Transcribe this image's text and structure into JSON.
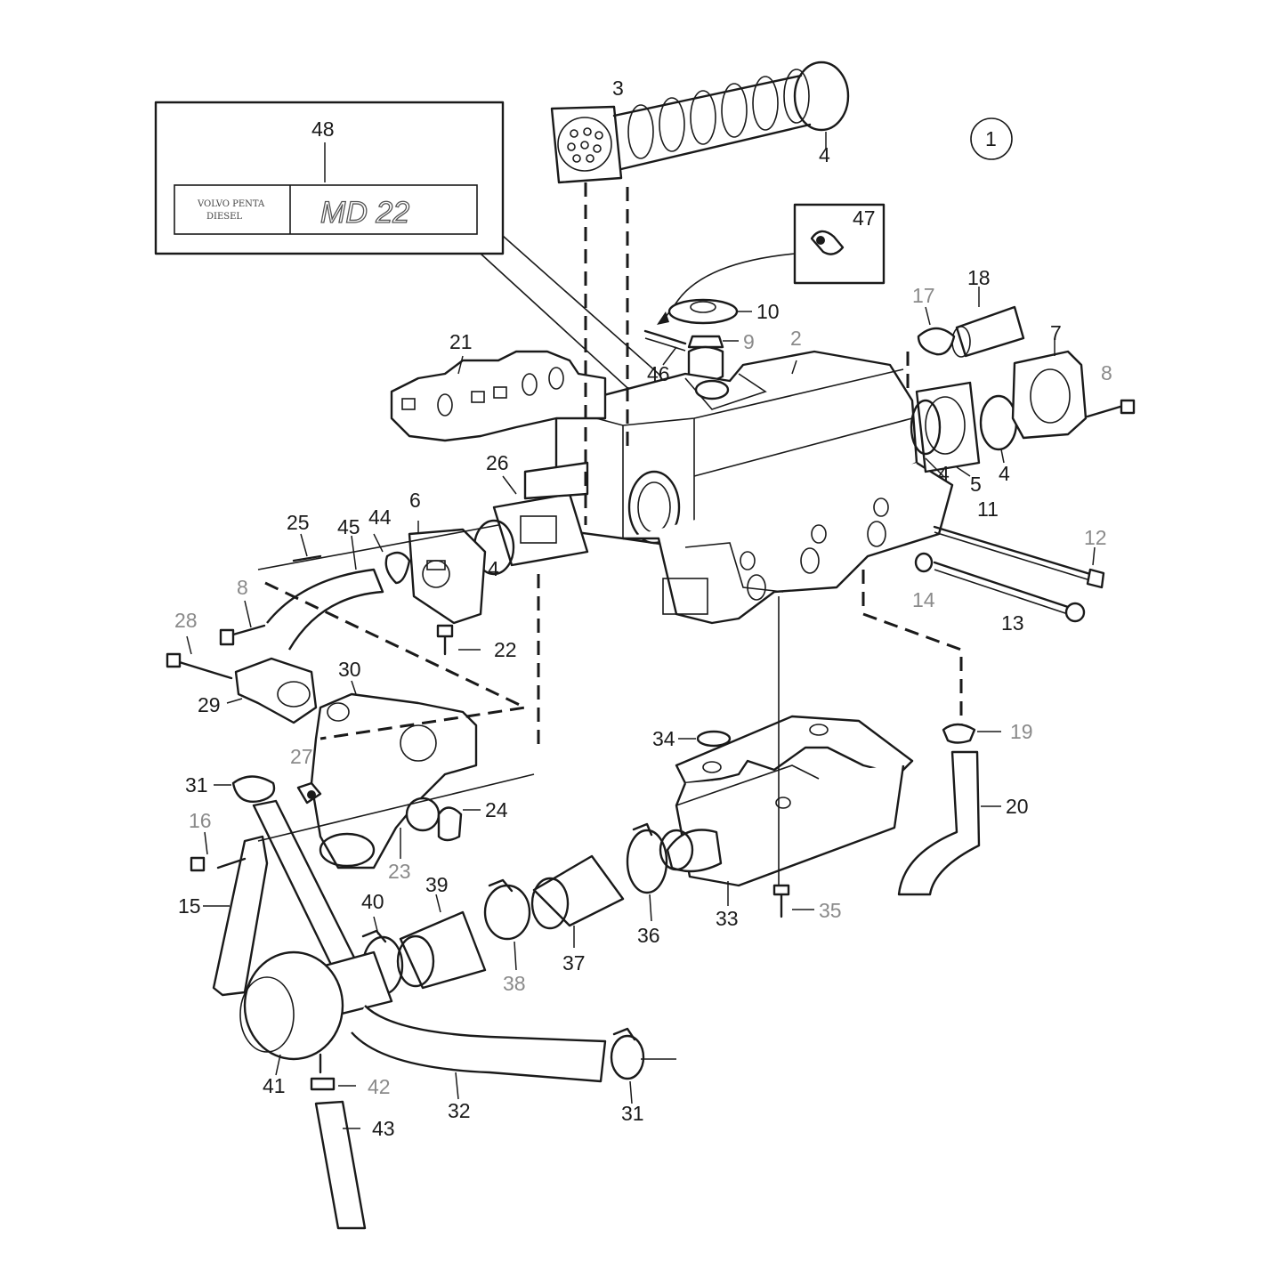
{
  "diagram": {
    "group_number": "1",
    "inset": {
      "label": "48",
      "badge_small_line1": "VOLVO PENTA",
      "badge_small_line2": "DIESEL",
      "badge_model": "MD 22"
    },
    "labels": [
      {
        "id": "l3",
        "text": "3",
        "grey": false
      },
      {
        "id": "l4a",
        "text": "4",
        "grey": false
      },
      {
        "id": "l47",
        "text": "47",
        "grey": false
      },
      {
        "id": "l10",
        "text": "10",
        "grey": false
      },
      {
        "id": "l9",
        "text": "9",
        "grey": true
      },
      {
        "id": "l46",
        "text": "46",
        "grey": false
      },
      {
        "id": "l2",
        "text": "2",
        "grey": true
      },
      {
        "id": "l17",
        "text": "17",
        "grey": true
      },
      {
        "id": "l18",
        "text": "18",
        "grey": false
      },
      {
        "id": "l7",
        "text": "7",
        "grey": false
      },
      {
        "id": "l8a",
        "text": "8",
        "grey": true
      },
      {
        "id": "l4b",
        "text": "4",
        "grey": false
      },
      {
        "id": "l5",
        "text": "5",
        "grey": false
      },
      {
        "id": "l4c",
        "text": "4",
        "grey": false
      },
      {
        "id": "l21",
        "text": "21",
        "grey": false
      },
      {
        "id": "l26",
        "text": "26",
        "grey": false
      },
      {
        "id": "l6",
        "text": "6",
        "grey": false
      },
      {
        "id": "l25",
        "text": "25",
        "grey": false
      },
      {
        "id": "l45",
        "text": "45",
        "grey": false
      },
      {
        "id": "l44",
        "text": "44",
        "grey": false
      },
      {
        "id": "l4d",
        "text": "4",
        "grey": false
      },
      {
        "id": "l11",
        "text": "11",
        "grey": false
      },
      {
        "id": "l12",
        "text": "12",
        "grey": true
      },
      {
        "id": "l14",
        "text": "14",
        "grey": true
      },
      {
        "id": "l13",
        "text": "13",
        "grey": false
      },
      {
        "id": "l8b",
        "text": "8",
        "grey": true
      },
      {
        "id": "l28",
        "text": "28",
        "grey": true
      },
      {
        "id": "l22",
        "text": "22",
        "grey": false
      },
      {
        "id": "l30",
        "text": "30",
        "grey": false
      },
      {
        "id": "l29",
        "text": "29",
        "grey": false
      },
      {
        "id": "l27",
        "text": "27",
        "grey": true
      },
      {
        "id": "l34",
        "text": "34",
        "grey": false
      },
      {
        "id": "l19",
        "text": "19",
        "grey": true
      },
      {
        "id": "l31a",
        "text": "31",
        "grey": false
      },
      {
        "id": "l24",
        "text": "24",
        "grey": false
      },
      {
        "id": "l20",
        "text": "20",
        "grey": false
      },
      {
        "id": "l16",
        "text": "16",
        "grey": true
      },
      {
        "id": "l23",
        "text": "23",
        "grey": true
      },
      {
        "id": "l15",
        "text": "15",
        "grey": false
      },
      {
        "id": "l39",
        "text": "39",
        "grey": false
      },
      {
        "id": "l40",
        "text": "40",
        "grey": false
      },
      {
        "id": "l33",
        "text": "33",
        "grey": false
      },
      {
        "id": "l35",
        "text": "35",
        "grey": true
      },
      {
        "id": "l36",
        "text": "36",
        "grey": false
      },
      {
        "id": "l37",
        "text": "37",
        "grey": false
      },
      {
        "id": "l38",
        "text": "38",
        "grey": true
      },
      {
        "id": "l41",
        "text": "41",
        "grey": false
      },
      {
        "id": "l42",
        "text": "42",
        "grey": true
      },
      {
        "id": "l32",
        "text": "32",
        "grey": false
      },
      {
        "id": "l31b",
        "text": "31",
        "grey": false
      },
      {
        "id": "l43",
        "text": "43",
        "grey": false
      }
    ]
  }
}
